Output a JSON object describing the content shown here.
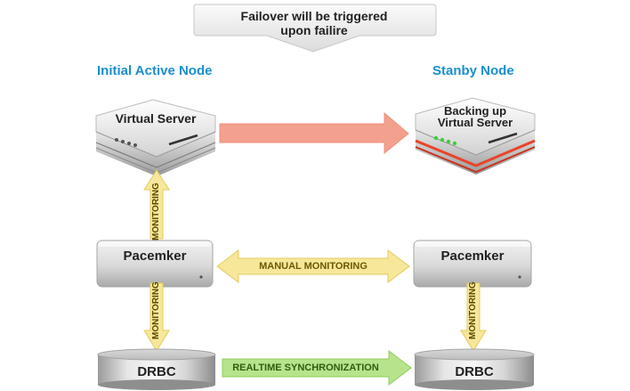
{
  "callout": {
    "line1": "Failover will be triggered",
    "line2": "upon failire"
  },
  "headings": {
    "active": "Initial Active Node",
    "standby": "Stanby Node"
  },
  "active_node": {
    "virtual_server": "Virtual Server",
    "pacemaker": "Pacemker",
    "drbd": "DRBC",
    "monitoring_upper": "MONITORING",
    "monitoring_lower": "MONITORING"
  },
  "standby_node": {
    "virtual_server_line1": "Backing up",
    "virtual_server_line2": "Virtual Server",
    "pacemaker": "Pacemker",
    "drbd": "DRBC",
    "monitoring_lower": "MONITORING"
  },
  "links": {
    "manual_monitoring": "MANUAL MONITORING",
    "realtime_sync": "REALTIME SYNCHRONIZATION"
  },
  "colors": {
    "heading": "#1a8fd0",
    "failover_arrow": "#f4a08e",
    "monitoring_arrow": "#f6e79a",
    "sync_arrow": "#b7e38c",
    "standby_accent": "#e8442a"
  }
}
